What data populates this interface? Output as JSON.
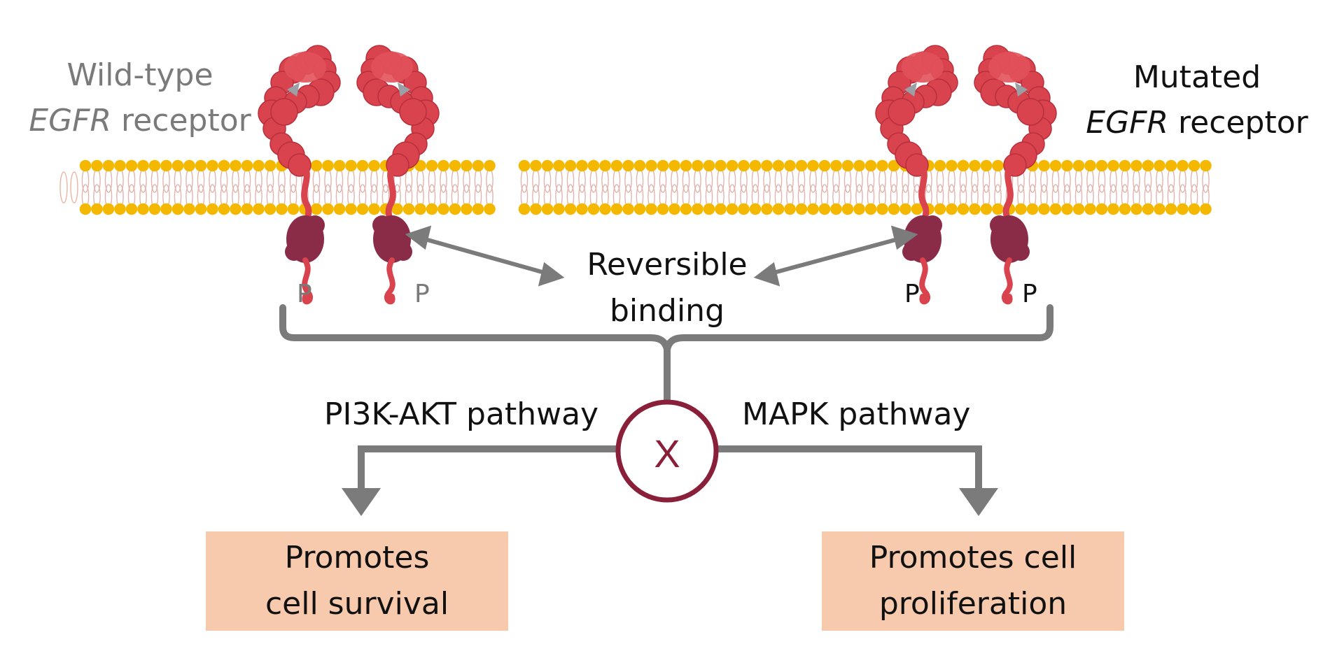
{
  "labels": {
    "wild_type_line1": "Wild-type",
    "wild_type_gene": "EGFR",
    "wild_type_suffix": " receptor",
    "mutated_line1": "Mutated",
    "mutated_gene": "EGFR",
    "mutated_suffix": " receptor",
    "reversible_line1": "Reversible",
    "reversible_line2": "binding",
    "p_left_1": "P",
    "p_left_2": "P",
    "p_right_1": "P",
    "p_right_2": "P",
    "pathway_left": "PI3K-AKT pathway",
    "pathway_right": "MAPK pathway",
    "block_symbol": "X"
  },
  "boxes": {
    "left_line1": "Promotes",
    "left_line2": "cell survival",
    "right_line1": "Promotes cell",
    "right_line2": "proliferation"
  },
  "colors": {
    "membrane_head": "#f5b800",
    "receptor_red": "#d8434d",
    "receptor_dark": "#8a2c48",
    "arrow_grey": "#7b7b7b",
    "block_circle": "#8a1f3a",
    "outcome_box": "#f7c9ad",
    "wild_type_text": "#7a7a7a",
    "mutated_text": "#111111"
  }
}
